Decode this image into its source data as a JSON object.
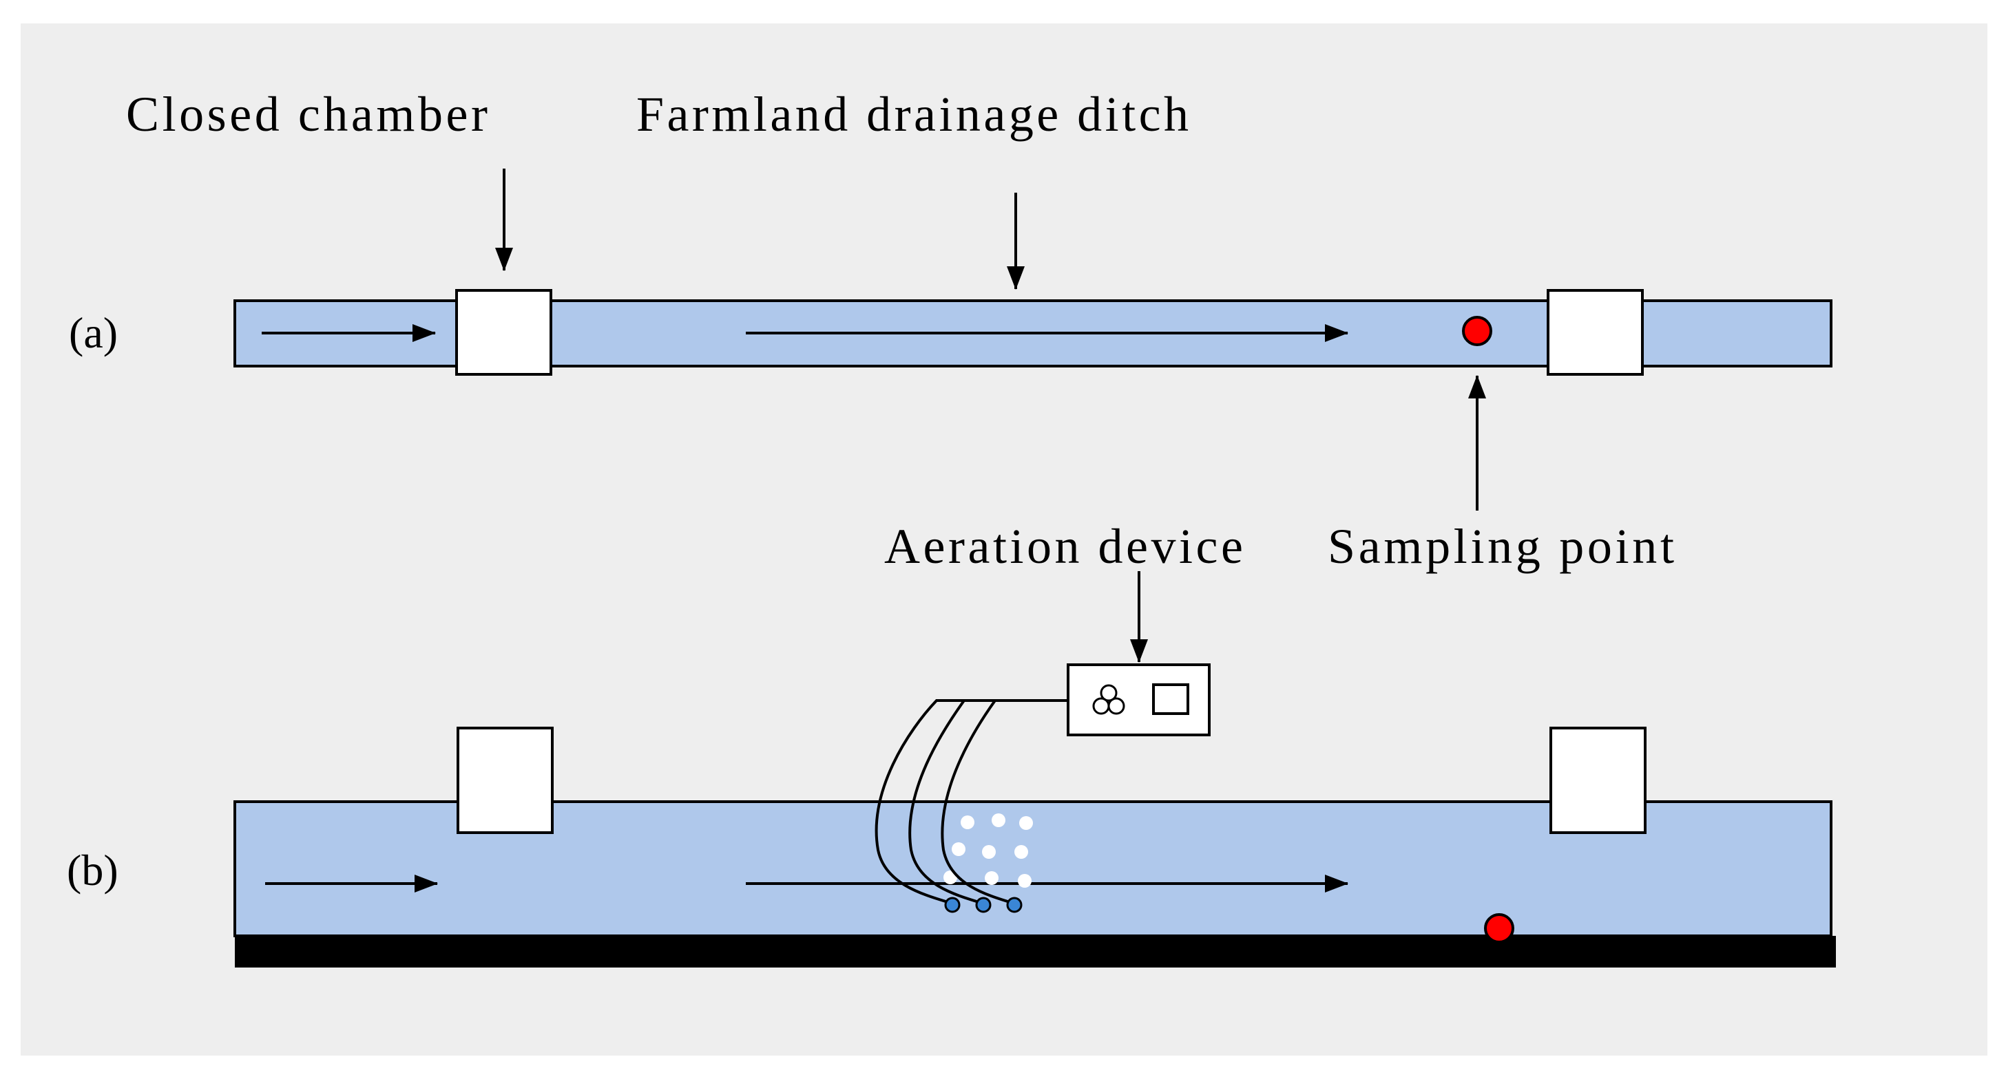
{
  "labels": {
    "closed_chamber": "Closed chamber",
    "farmland_drainage_ditch": "Farmland drainage ditch",
    "aeration_device": "Aeration device",
    "sampling_point": "Sampling point"
  },
  "panels": {
    "a": "(a)",
    "b": "(b)"
  },
  "colors": {
    "background": "#eeeeee",
    "water": "#afc8eb",
    "sampling_point": "#ff0000",
    "diffuser": "#3a86d6",
    "bubbles": "#ffffff",
    "sediment": "#000000"
  }
}
